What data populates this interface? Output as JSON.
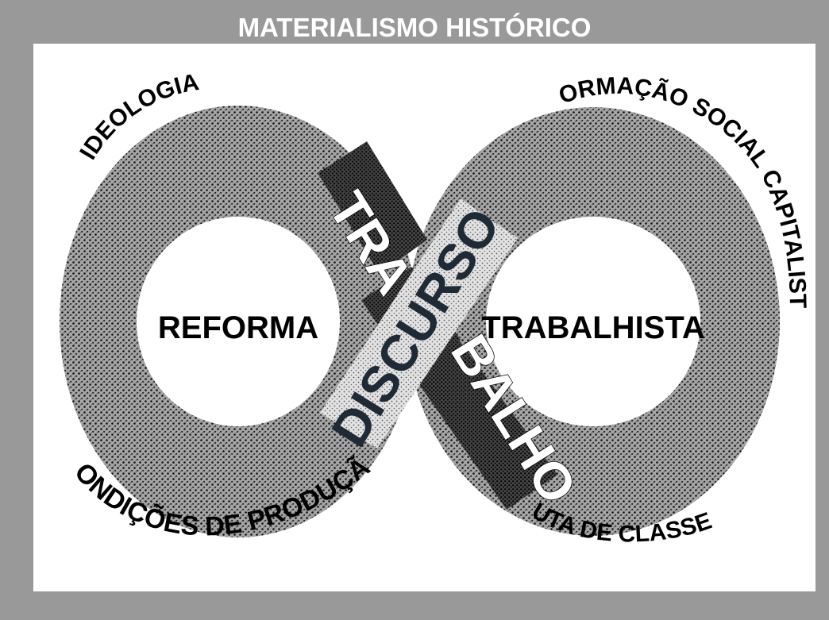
{
  "frame_title": "MATERIALISMO HISTÓRICO",
  "left_loop": {
    "center_label": "REFORMA"
  },
  "right_loop": {
    "center_label": "TRABALHISTA"
  },
  "crossing_band": {
    "label": "DISCURSO"
  },
  "split_word": {
    "first_part": "TRA",
    "second_part": "BALHO"
  },
  "curved_labels": {
    "top_left": "IDEOLOGIA",
    "top_right": "FORMAÇÃO SOCIAL CAPITALISTA",
    "bottom_left": "CONDIÇÕES DE PRODUÇÃO",
    "bottom_right": "LUTA DE CLASSES"
  },
  "colors": {
    "frame": "#999999",
    "title_text": "#ffffff",
    "ink": "#000000",
    "discurso_text": "#1e2a36",
    "stipple_base": "#a0a0a0",
    "stipple_dark": "#3a3a3a",
    "band_light": "#dedede"
  }
}
